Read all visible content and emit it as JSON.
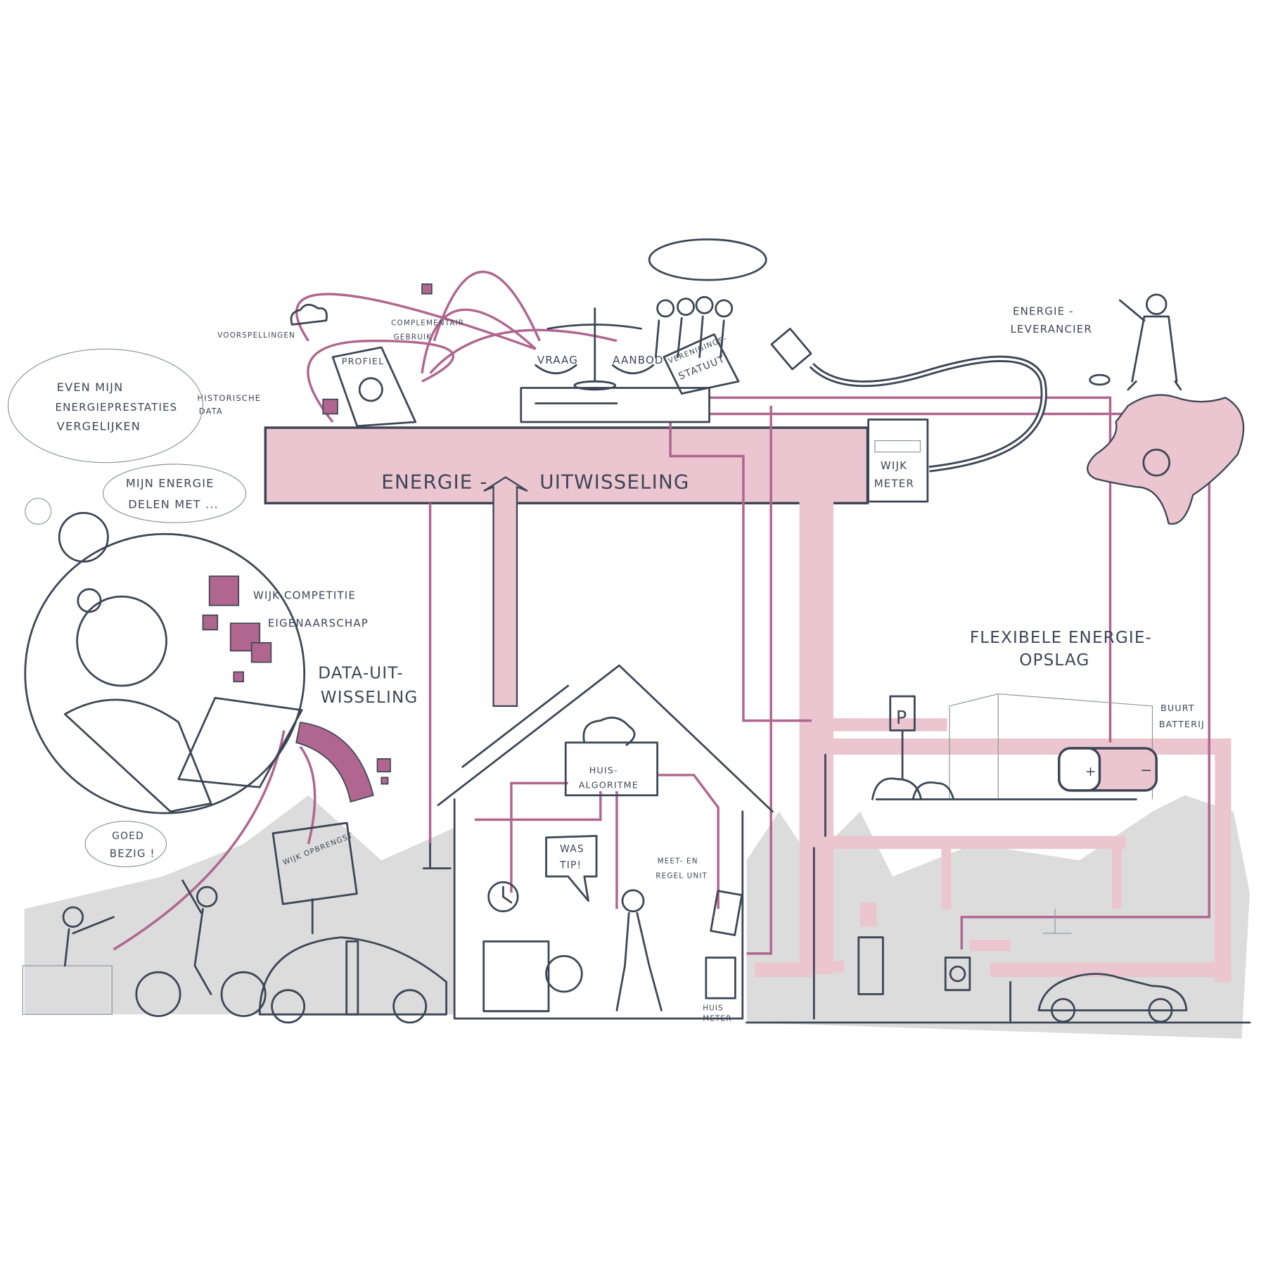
{
  "title": "Energie-uitwisseling",
  "colors": {
    "pipe_fill": "#ebc5cf",
    "data_line": "#b0668f",
    "ink": "#3d4656",
    "ground": "#dcdcdc"
  },
  "labels": {
    "energie": "ENERGIE -",
    "uitwisseling": "UITWISSELING",
    "voorspellingen": "Voorspellingen",
    "complementair": "Complementair",
    "gebruik": "Gebruik",
    "historische": "Historische",
    "data": "Data",
    "profiel": "Profiel",
    "vraag": "Vraag",
    "aanbod": "Aanbod",
    "verenigings": "Verenigings-",
    "statuut": "Statuut",
    "energie_leverancier_1": "Energie -",
    "energie_leverancier_2": "Leverancier",
    "wijk": "Wijk",
    "meter": "Meter",
    "vergelijken_1": "Even mijn",
    "vergelijken_2": "Energieprestaties",
    "vergelijken_3": "vergelijken",
    "delen_1": "Mijn energie",
    "delen_2": "delen met ...",
    "wijk_competitie": "Wijk competitie",
    "eigenaarschap": "Eigenaarschap",
    "data_uit_1": "Data-uit-",
    "data_uit_2": "wisseling",
    "goed_bezig_1": "Goed",
    "goed_bezig_2": "bezig !",
    "wijk_opbrengst": "Wijk opbrengst",
    "huis_algoritme_1": "Huis-",
    "huis_algoritme_2": "Algoritme",
    "was_tip_1": "Was",
    "was_tip_2": "tip!",
    "meet_regel_1": "Meet- en",
    "meet_regel_2": "regel unit",
    "huis_meter_1": "Huis",
    "huis_meter_2": "Meter",
    "flexibele_1": "Flexibele energie-",
    "flexibele_2": "opslag",
    "buurt_batterij_1": "Buurt",
    "buurt_batterij_2": "Batterij",
    "parking": "P",
    "plus": "+",
    "minus": "−"
  }
}
